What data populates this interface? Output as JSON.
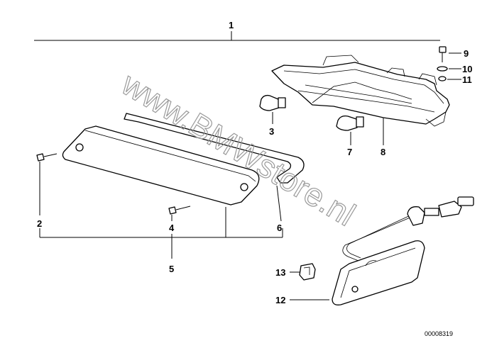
{
  "callouts": {
    "c1": "1",
    "c2": "2",
    "c3": "3",
    "c4": "4",
    "c5": "5",
    "c6": "6",
    "c7": "7",
    "c8": "8",
    "c9": "9",
    "c10": "10",
    "c11": "11",
    "c12": "12",
    "c13": "13"
  },
  "watermark": "www.BMWstore.nl",
  "diagram_code": "00008319"
}
